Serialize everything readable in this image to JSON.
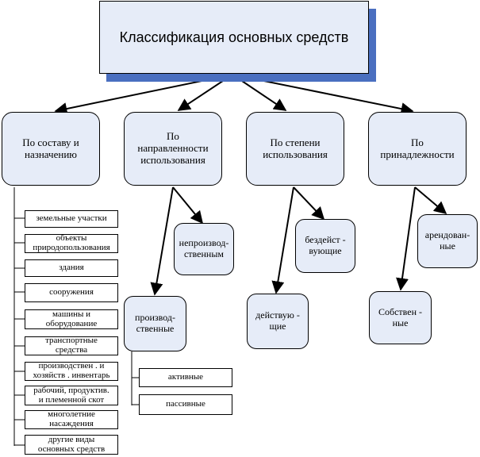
{
  "title": "Классификация основных средств",
  "categories": [
    {
      "label": "По составу и\nназначению"
    },
    {
      "label": "По\nнаправленности\nиспользования"
    },
    {
      "label": "По степени\nиспользования"
    },
    {
      "label": "По\nпринадлежности"
    }
  ],
  "composition_items": [
    "земельные участки",
    "объекты\nприродопользования",
    "здания",
    "сооружения",
    "машины и\nоборудование",
    "транспортные\nсредства",
    "производствен . и\nхозяйств . инвентарь",
    "рабочий, продуктив.\nи племенной скот",
    "многолетние\nнасаждения",
    "другие виды\nосновных средств"
  ],
  "direction": {
    "non_productive": "непроизвод-\nственным",
    "productive": "производ-\nственные",
    "productive_items": [
      "активные",
      "пассивные"
    ]
  },
  "usage_degree": {
    "idle": "бездейст -\nвующие",
    "active": "действую -\nщие"
  },
  "ownership": {
    "leased": "арендован-\nные",
    "own": "Собствен -\nные"
  },
  "colors": {
    "box_fill": "#e6ecf8",
    "shadow": "#4a6fc0",
    "line": "#000000"
  }
}
